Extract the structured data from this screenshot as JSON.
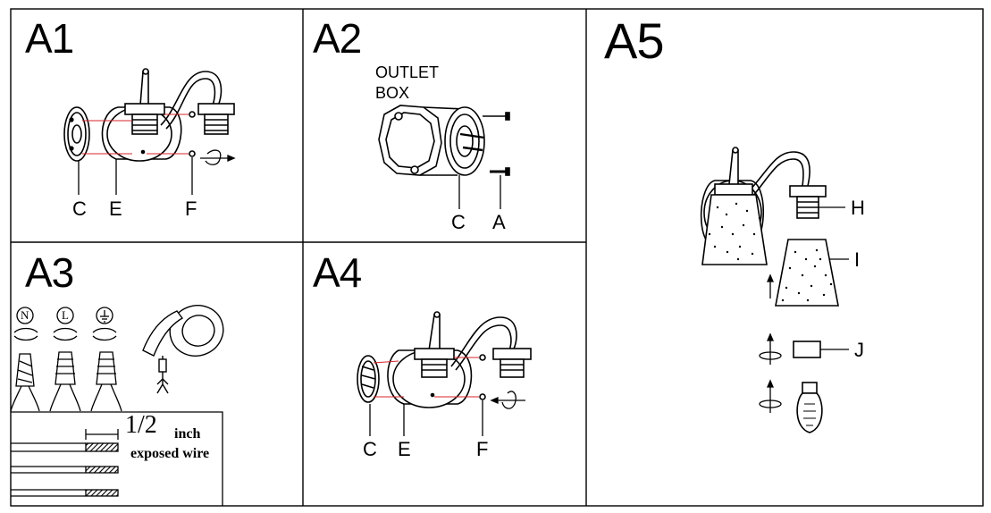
{
  "panels": {
    "a1": {
      "title": "A1",
      "labels": {
        "c": "C",
        "e": "E",
        "f": "F"
      }
    },
    "a2": {
      "title": "A2",
      "outlet_line1": "OUTLET",
      "outlet_line2": "BOX",
      "labels": {
        "c": "C",
        "a": "A"
      }
    },
    "a3": {
      "title": "A3",
      "wire_symbols": {
        "neutral": "N",
        "live": "L"
      },
      "fraction": "1/2",
      "unit": "inch",
      "caption": "exposed wire"
    },
    "a4": {
      "title": "A4",
      "labels": {
        "c": "C",
        "e": "E",
        "f": "F"
      }
    },
    "a5": {
      "title": "A5",
      "labels": {
        "h": "H",
        "i": "I",
        "j": "J"
      }
    }
  },
  "colors": {
    "ink": "#000000",
    "guide": "#d9252b",
    "paper": "#ffffff"
  }
}
